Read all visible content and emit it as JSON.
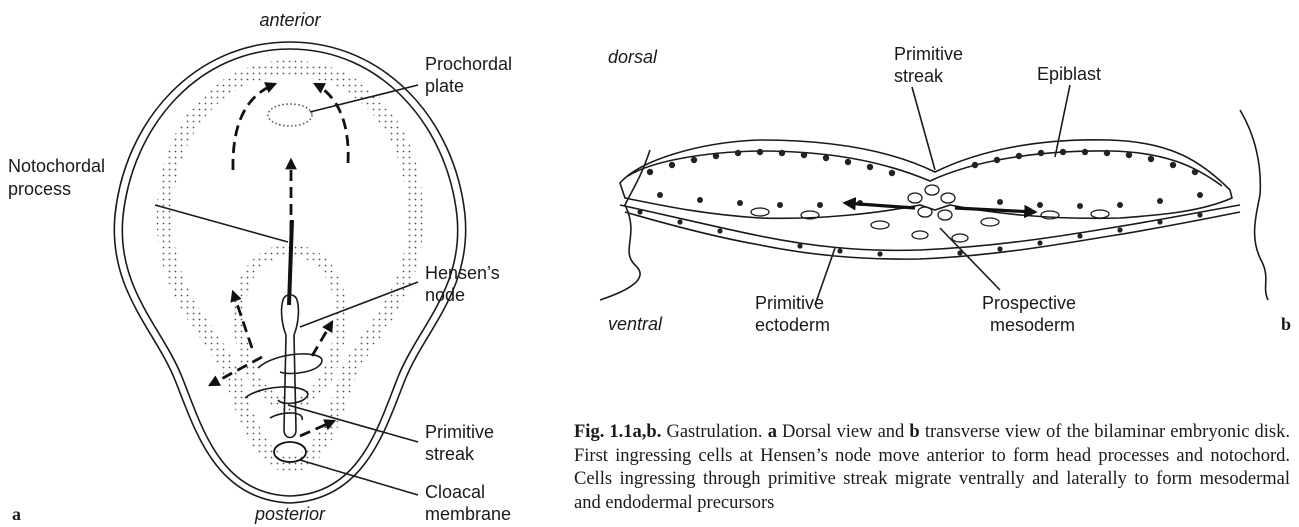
{
  "panel_a": {
    "title_top": "anterior",
    "title_bottom": "posterior",
    "panel_letter": "a",
    "labels": {
      "prochordal_1": "Prochordal",
      "prochordal_2": "plate",
      "notochordal_1": "Notochordal",
      "notochordal_2": "process",
      "hensen_1": "Hensen’s",
      "hensen_2": "node",
      "streak_1": "Primitive",
      "streak_2": "streak",
      "cloacal_1": "Cloacal",
      "cloacal_2": "membrane"
    }
  },
  "panel_b": {
    "dorsal": "dorsal",
    "ventral": "ventral",
    "panel_letter": "b",
    "labels": {
      "streak_1": "Primitive",
      "streak_2": "streak",
      "epiblast": "Epiblast",
      "ectoderm_1": "Primitive",
      "ectoderm_2": "ectoderm",
      "mesoderm_1": "Prospective",
      "mesoderm_2": "mesoderm"
    }
  },
  "caption": {
    "prefix": "Fig. 1.1a,b.",
    "word1": " Gastrulation. ",
    "a": "a",
    "part1": " Dorsal view and ",
    "b": "b",
    "part2": " transverse view of the bilaminar embryonic disk. First ingressing cells at Hensen’s node move anterior to form head processes and notochord. Cells ingressing through primitive streak migrate ventrally and laterally to form mesodermal and endodermal precursors"
  }
}
